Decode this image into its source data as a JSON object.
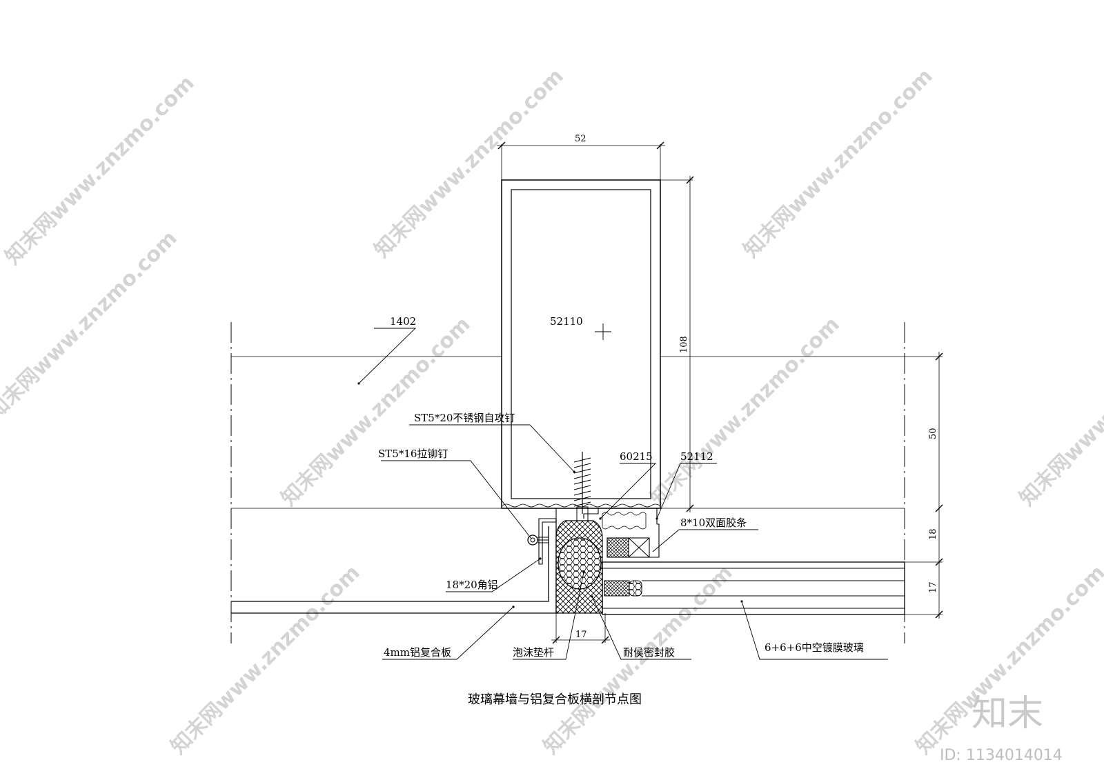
{
  "labels": {
    "panel_1402": "1402",
    "tube_52110": "52110",
    "screw": "ST5*20不锈钢自攻钉",
    "rivet": "ST5*16拉铆钉",
    "part_60215": "60215",
    "part_52112": "52112",
    "tape": "8*10双面胶条",
    "angle": "18*20角铝",
    "panel": "4mm铝复合板",
    "foam_rod": "泡沫垫杆",
    "sealant": "耐侯密封胶",
    "glass": "6+6+6中空镀膜玻璃"
  },
  "dimensions": {
    "width_52": "52",
    "height_108": "108",
    "h_50": "50",
    "h_18": "18",
    "h_17_right": "17",
    "w_17_bottom": "17"
  },
  "title": "玻璃幕墙与铝复合板横剖节点图",
  "watermark": {
    "text": "知末网www.znzmo.com",
    "brand": "知末",
    "id": "ID: 1134014014"
  }
}
